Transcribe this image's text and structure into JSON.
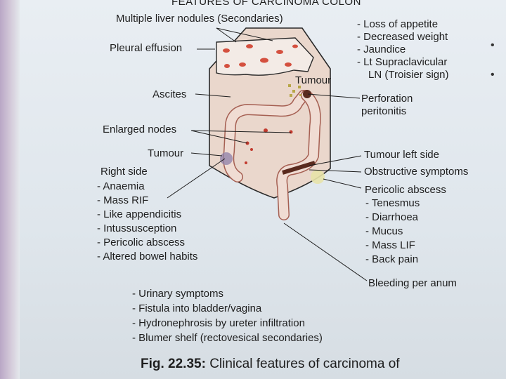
{
  "header_title": "FEATURES OF CARCINOMA COLON",
  "labels": {
    "liver_nodules": "Multiple liver nodules (Secondaries)",
    "pleural_effusion": "Pleural effusion",
    "ascites": "Ascites",
    "enlarged_nodes": "Enlarged nodes",
    "tumour_right": "Tumour",
    "tumour_top": "Tumour",
    "perforation": [
      "Perforation",
      "peritonitis"
    ],
    "tumour_left": "Tumour left side",
    "obstructive": "Obstructive symptoms",
    "bleeding": "Bleeding per anum"
  },
  "systemic_features": [
    "- Loss of appetite",
    "- Decreased weight",
    "- Jaundice",
    "- Lt Supraclavicular",
    "LN (Troisier sign)"
  ],
  "right_side": {
    "heading": "Right side",
    "items": [
      "- Anaemia",
      "- Mass RIF",
      "- Like appendicitis",
      "- Intussusception",
      "- Pericolic abscess",
      "- Altered bowel habits"
    ]
  },
  "left_side": {
    "heading": "Pericolic abscess",
    "items": [
      "- Tenesmus",
      "- Diarrhoea",
      "- Mucus",
      "- Mass LIF",
      "- Back pain"
    ]
  },
  "bottom_features": [
    "- Urinary symptoms",
    "- Fistula into bladder/vagina",
    "- Hydronephrosis by ureter infiltration",
    "- Blumer shelf (rectovesical secondaries)"
  ],
  "caption": {
    "figure_number": "Fig. 22.35:",
    "text": "Clinical features of carcinoma of"
  },
  "colors": {
    "abdomen_fill": "#ead7cc",
    "liver_fill": "#f3ebe6",
    "colon_fill": "#f0dcd3",
    "nodule": "#d4503f",
    "tumour_dark": "#5a2a1e"
  }
}
